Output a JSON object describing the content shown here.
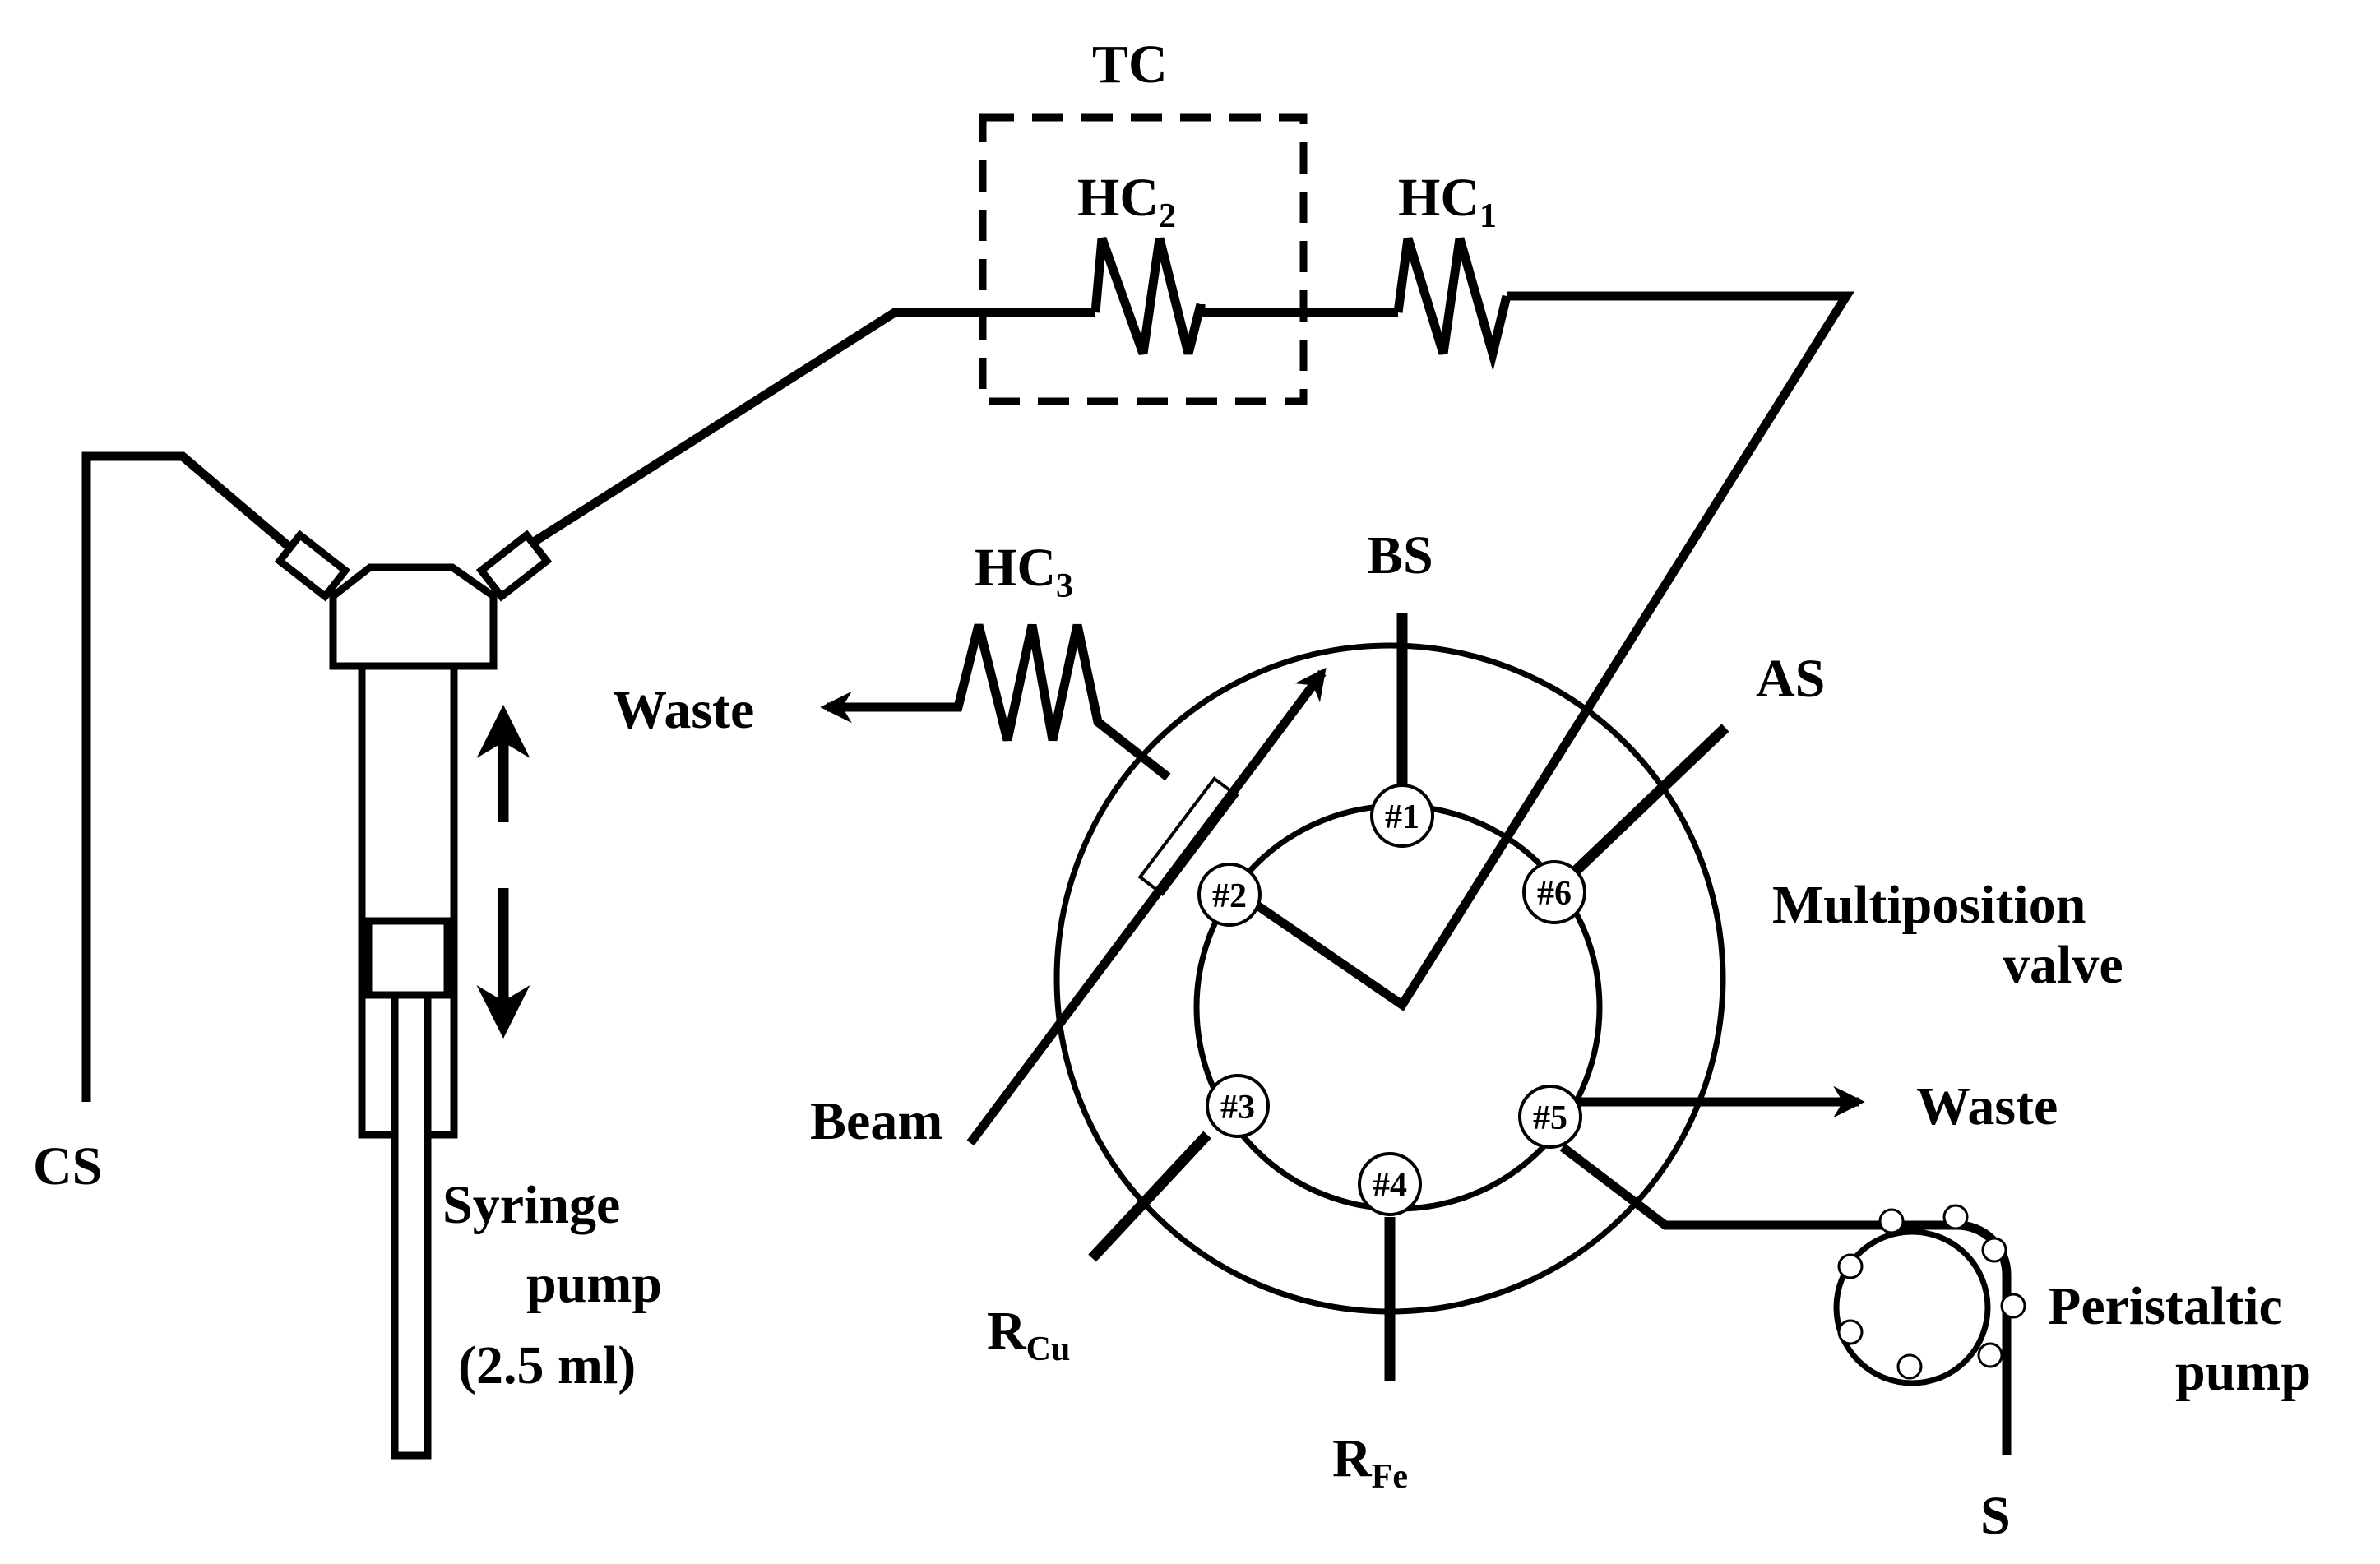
{
  "labels": {
    "tc": "TC",
    "hc2": "HC",
    "hc2_sub": "2",
    "hc1": "HC",
    "hc1_sub": "1",
    "hc3": "HC",
    "hc3_sub": "3",
    "bs": "BS",
    "as": "AS",
    "waste_left": "Waste",
    "waste_right": "Waste",
    "multiposition_line1": "Multiposition",
    "multiposition_line2": "valve",
    "beam": "Beam",
    "cs": "CS",
    "syringe_line1": "Syringe",
    "syringe_line2": "pump",
    "syringe_line3": "(2.5 ml)",
    "rcu": "R",
    "rcu_sub": "Cu",
    "rfe": "R",
    "rfe_sub": "Fe",
    "peristaltic_line1": "Peristaltic",
    "peristaltic_line2": "pump",
    "s": "S"
  },
  "ports": [
    "#1",
    "#2",
    "#3",
    "#4",
    "#5",
    "#6"
  ]
}
